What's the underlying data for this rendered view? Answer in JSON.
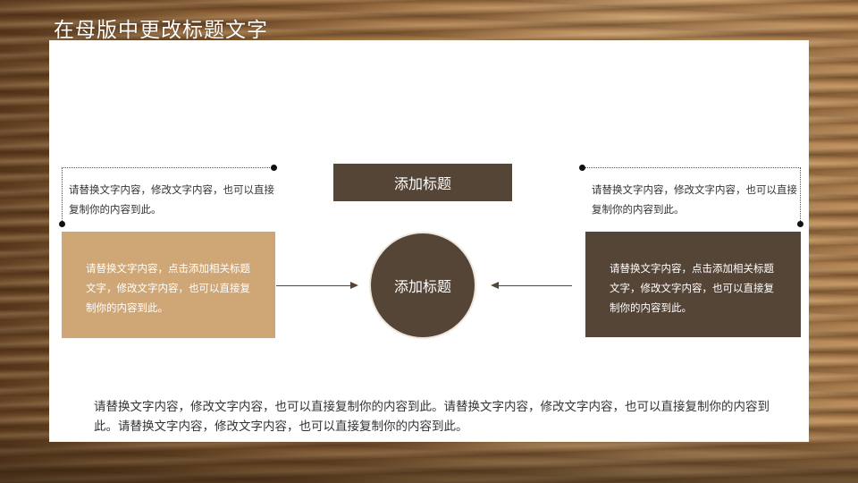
{
  "slide": {
    "title": "在母版中更改标题文字"
  },
  "center": {
    "title_bar_label": "添加标题",
    "circle_label": "添加标题"
  },
  "left": {
    "note_text": "请替换文字内容，修改文字内容，也可以直接复制你的内容到此。",
    "card_text": "请替换文字内容，点击添加相关标题文字，修改文字内容，也可以直接复制你的内容到此。"
  },
  "right": {
    "note_text": "请替换文字内容，修改文字内容，也可以直接复制你的内容到此。",
    "card_text": "请替换文字内容，点击添加相关标题文字，修改文字内容，也可以直接复制你的内容到此。"
  },
  "footer": {
    "body_text": "请替换文字内容，修改文字内容，也可以直接复制你的内容到此。请替换文字内容，修改文字内容，也可以直接复制你的内容到此。请替换文字内容，修改文字内容，也可以直接复制你的内容到此。"
  },
  "colors": {
    "dark_brown": "#554536",
    "tan": "#cfa676",
    "panel": "#ffffff"
  }
}
